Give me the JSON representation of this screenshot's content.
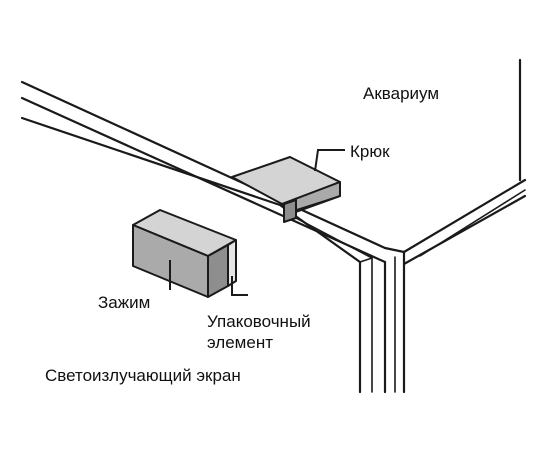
{
  "labels": {
    "aquarium": "Аквариум",
    "hook": "Крюк",
    "clamp": "Зажим",
    "packing_line1": "Упаковочный",
    "packing_line2": "элемент",
    "screen": "Светоизлучающий экран"
  },
  "colors": {
    "outline": "#1a1a1a",
    "block_top": "#d4d4d4",
    "block_front": "#aaaaaa",
    "block_side": "#8e8e8e",
    "packing_strip": "#e6e6e6",
    "background": "#ffffff"
  }
}
